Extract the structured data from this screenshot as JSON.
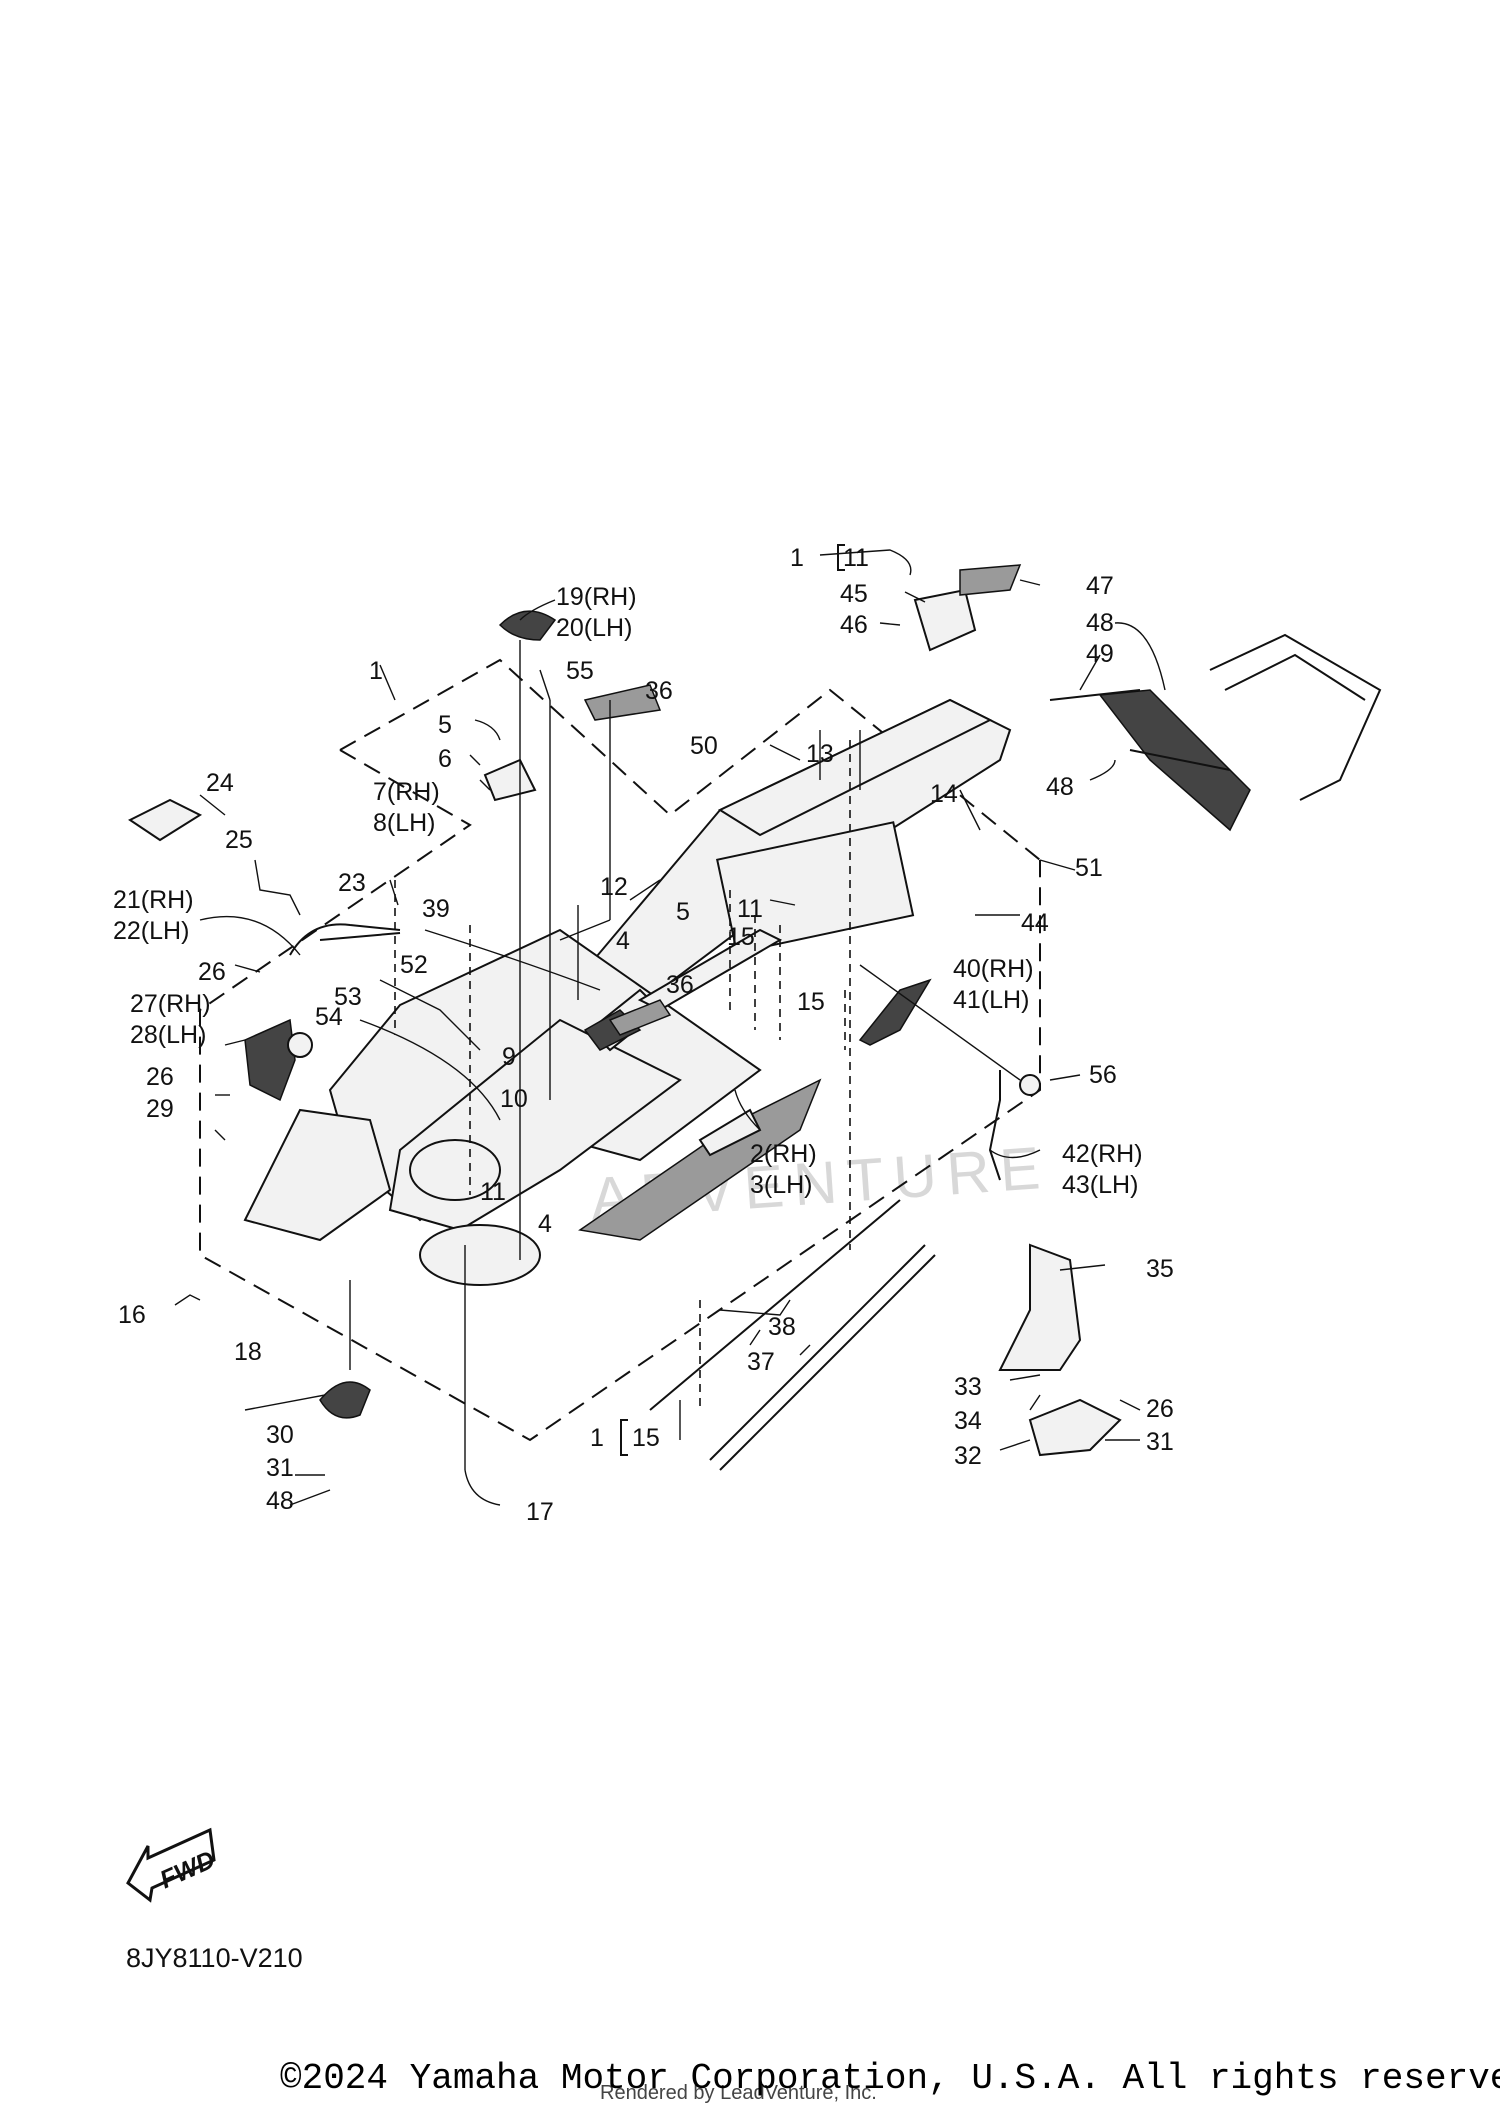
{
  "diagram_code": "8JY8110-V210",
  "copyright": "©2024 Yamaha Motor Corporation, U.S.A. All rights reserved.",
  "rendered_by": "Rendered by LeadVenture, Inc.",
  "watermark": "ADVENTURE",
  "fwd_label": "FWD",
  "callouts": {
    "c1_top": "1",
    "c11_top": "11",
    "c45": "45",
    "c46": "46",
    "c47": "47",
    "c48_top": "48",
    "c49": "49",
    "c48_mid": "48",
    "c19": "19(RH)",
    "c20": "20(LH)",
    "c1_main": "1",
    "c55": "55",
    "c36_top": "36",
    "c5_a": "5",
    "c6": "6",
    "c7": "7(RH)",
    "c8": "8(LH)",
    "c50": "50",
    "c13": "13",
    "c14": "14",
    "c51": "51",
    "c24": "24",
    "c25": "25",
    "c23": "23",
    "c21": "21(RH)",
    "c22": "22(LH)",
    "c12": "12",
    "c5_b": "5",
    "c11_mid": "11",
    "c44": "44",
    "c39": "39",
    "c4_a": "4",
    "c15_a": "15",
    "c40": "40(RH)",
    "c41": "41(LH)",
    "c26_a": "26",
    "c52": "52",
    "c36_mid": "36",
    "c15_b": "15",
    "c27": "27(RH)",
    "c28": "28(LH)",
    "c53": "53",
    "c54": "54",
    "c9": "9",
    "c26_b": "26",
    "c29": "29",
    "c10": "10",
    "c56": "56",
    "c2": "2(RH)",
    "c3": "3(LH)",
    "c42": "42(RH)",
    "c43": "43(LH)",
    "c11_low": "11",
    "c4_b": "4",
    "c35": "35",
    "c16": "16",
    "c18": "18",
    "c38": "38",
    "c37": "37",
    "c33": "33",
    "c26_c": "26",
    "c34": "34",
    "c1_bottom": "1",
    "c15_bottom": "15",
    "c32": "32",
    "c31_b": "31",
    "c30": "30",
    "c31_a": "31",
    "c48_bottom": "48",
    "c17": "17"
  }
}
